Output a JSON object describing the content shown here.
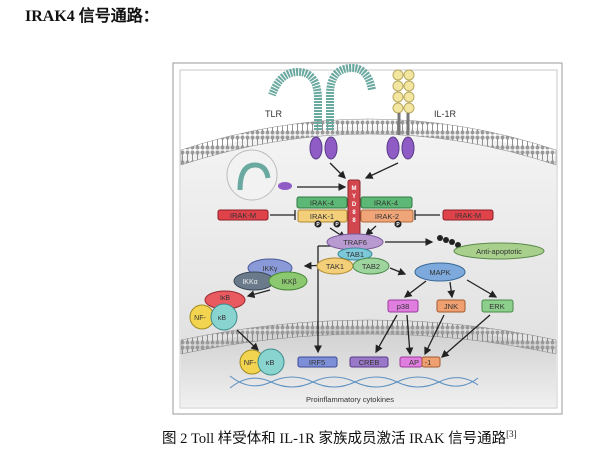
{
  "heading": "IRAK4 信号通路：",
  "figure": {
    "labels": {
      "tlr": "TLR",
      "il1r": "IL-1R",
      "myd88": [
        "M",
        "Y",
        "D",
        "8",
        "8"
      ],
      "irak4_left": "IRAK-4",
      "irak4_right": "IRAK-4",
      "irak1": "IRAK-1",
      "irak2": "IRAK-2",
      "irakm_left": "IRAK-M",
      "irakm_right": "IRAK-M",
      "phospho": "P",
      "traf6": "TRAF6",
      "tab1": "TAB1",
      "tak1": "TAK1",
      "tab2": "TAB2",
      "anti_apoptotic": "Anti-apoptotic",
      "ikkg": "IKKγ",
      "ikka": "IKKα",
      "ikkb": "IKKβ",
      "ikb": "IκB",
      "nfkb_nf": "NF-",
      "nfkb_kb": "κB",
      "mapk": "MAPK",
      "p38": "p38",
      "jnk": "JNK",
      "erk": "ERK",
      "irf5": "IRF5",
      "creb": "CREB",
      "ap1_a": "AP",
      "ap1_b": "-1",
      "cytokines": "Proinflammatory cytokines"
    },
    "colors": {
      "membrane": "#8a8a8a",
      "receptor_purple": "#8e5cc4",
      "tlr_teal": "#6aa9a0",
      "il1r_yellow": "#f3e6a0",
      "myd88_red": "#d2474d",
      "irak4_green": "#5cb874",
      "irak1_yellow": "#f3cf7a",
      "irak2_orange": "#f0a578",
      "irakm_red": "#e0424a",
      "traf6_lilac": "#b89ad0",
      "anti_green": "#a8d08c",
      "mapk_blue": "#7ea9dc",
      "p38_pink": "#e07ee0",
      "jnk_orange": "#f0a070",
      "erk_green": "#8ccf8c",
      "irf5_blue": "#7d8fd6",
      "creb_purple": "#9a78c8",
      "dna_blue": "#5b8fc0"
    }
  },
  "caption": {
    "text": "图 2 Toll 样受体和 IL-1R 家族成员激活 IRAK 信号通路",
    "ref": "[3]"
  }
}
